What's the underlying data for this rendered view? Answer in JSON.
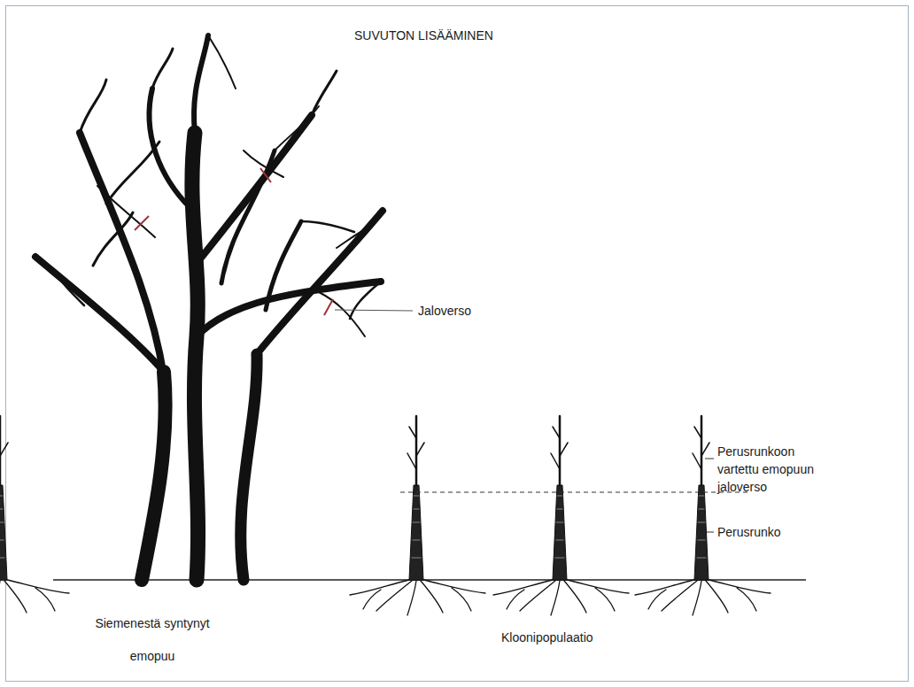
{
  "diagram": {
    "title": "SUVUTON LISÄÄMINEN",
    "labels": [
      "Jaloverso",
      "Perusrunkoon vartettu emopuun jaloverso",
      "Perusrunko",
      "Siemenestä syntynyt emopuu",
      "Kloonipopulaatio"
    ]
  }
}
